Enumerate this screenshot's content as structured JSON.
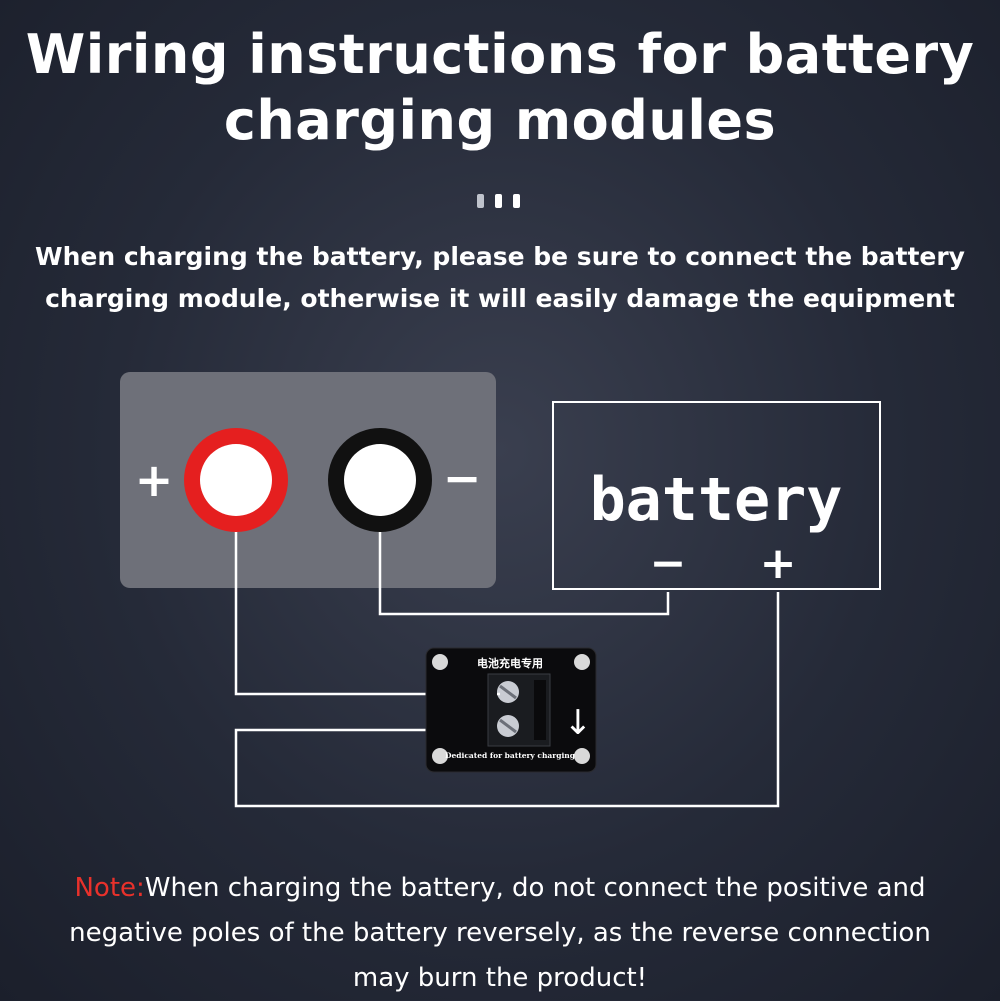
{
  "header": {
    "title_line1": "Wiring instructions for battery",
    "title_line2": "charging modules"
  },
  "intro": {
    "line1": "When charging the battery, please be sure to connect the battery",
    "line2": "charging module, otherwise it will easily damage the equipment"
  },
  "charger": {
    "plus_sign": "+",
    "minus_sign": "−",
    "positive_color": "#e51f1f",
    "negative_color": "#111111",
    "panel_color": "#6e7079"
  },
  "battery": {
    "label": "battery",
    "minus_sign": "−",
    "plus_sign": "+"
  },
  "module": {
    "top_label": "电池充电专用",
    "bottom_label": "Dedicated for battery charging",
    "arrow": "↓"
  },
  "note": {
    "label": "Note:",
    "line1_text": "When charging the battery, do not connect the positive and",
    "line2": "negative poles of the battery reversely, as the reverse connection",
    "line3": "may burn the product!",
    "label_color": "#e8312b"
  }
}
